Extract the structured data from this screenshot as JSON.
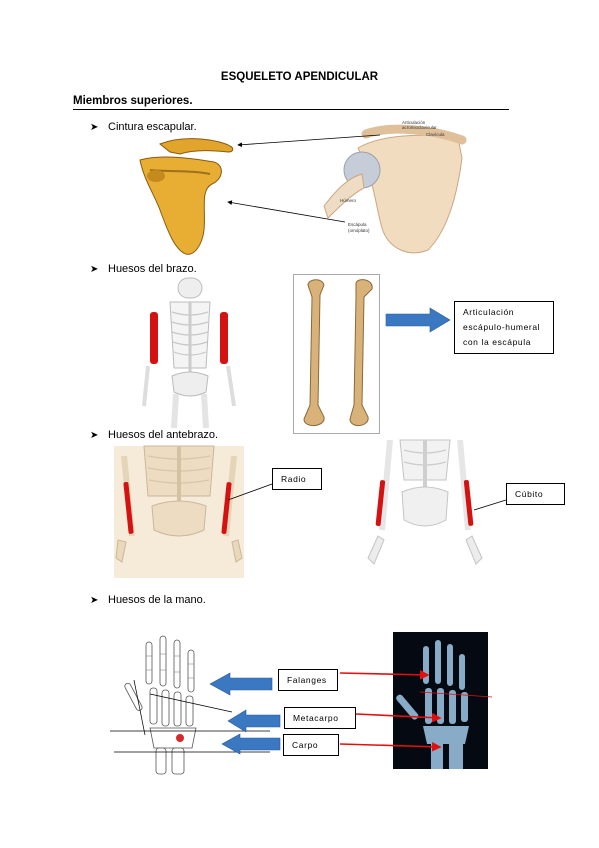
{
  "document": {
    "title": "ESQUELETO APENDICULAR",
    "section_heading": "Miembros superiores."
  },
  "bullets": [
    "Cintura escapular.",
    "Huesos del brazo.",
    "Huesos del antebrazo.",
    "Huesos de la mano."
  ],
  "shoulder_diagram": {
    "label_joint": "Articulación",
    "label_joint_2": "acromioclavicular",
    "label_clavicle": "Clavícula",
    "label_humerus": "Húmero",
    "label_scapula": "Escápula",
    "label_scapula_2": "(omóplato)"
  },
  "callouts": {
    "arm_joint": [
      "Articulación",
      "escápulo-humeral",
      "con la escápula"
    ],
    "radius": "Radio",
    "ulna": "Cúbito",
    "phalanges": "Falanges",
    "metacarpus": "Metacarpo",
    "carpus": "Carpo"
  },
  "colors": {
    "bone": "#e6a82a",
    "highlight": "#d41212",
    "arrow_blue": "#3a78c2",
    "arrow_red": "#e01010"
  }
}
